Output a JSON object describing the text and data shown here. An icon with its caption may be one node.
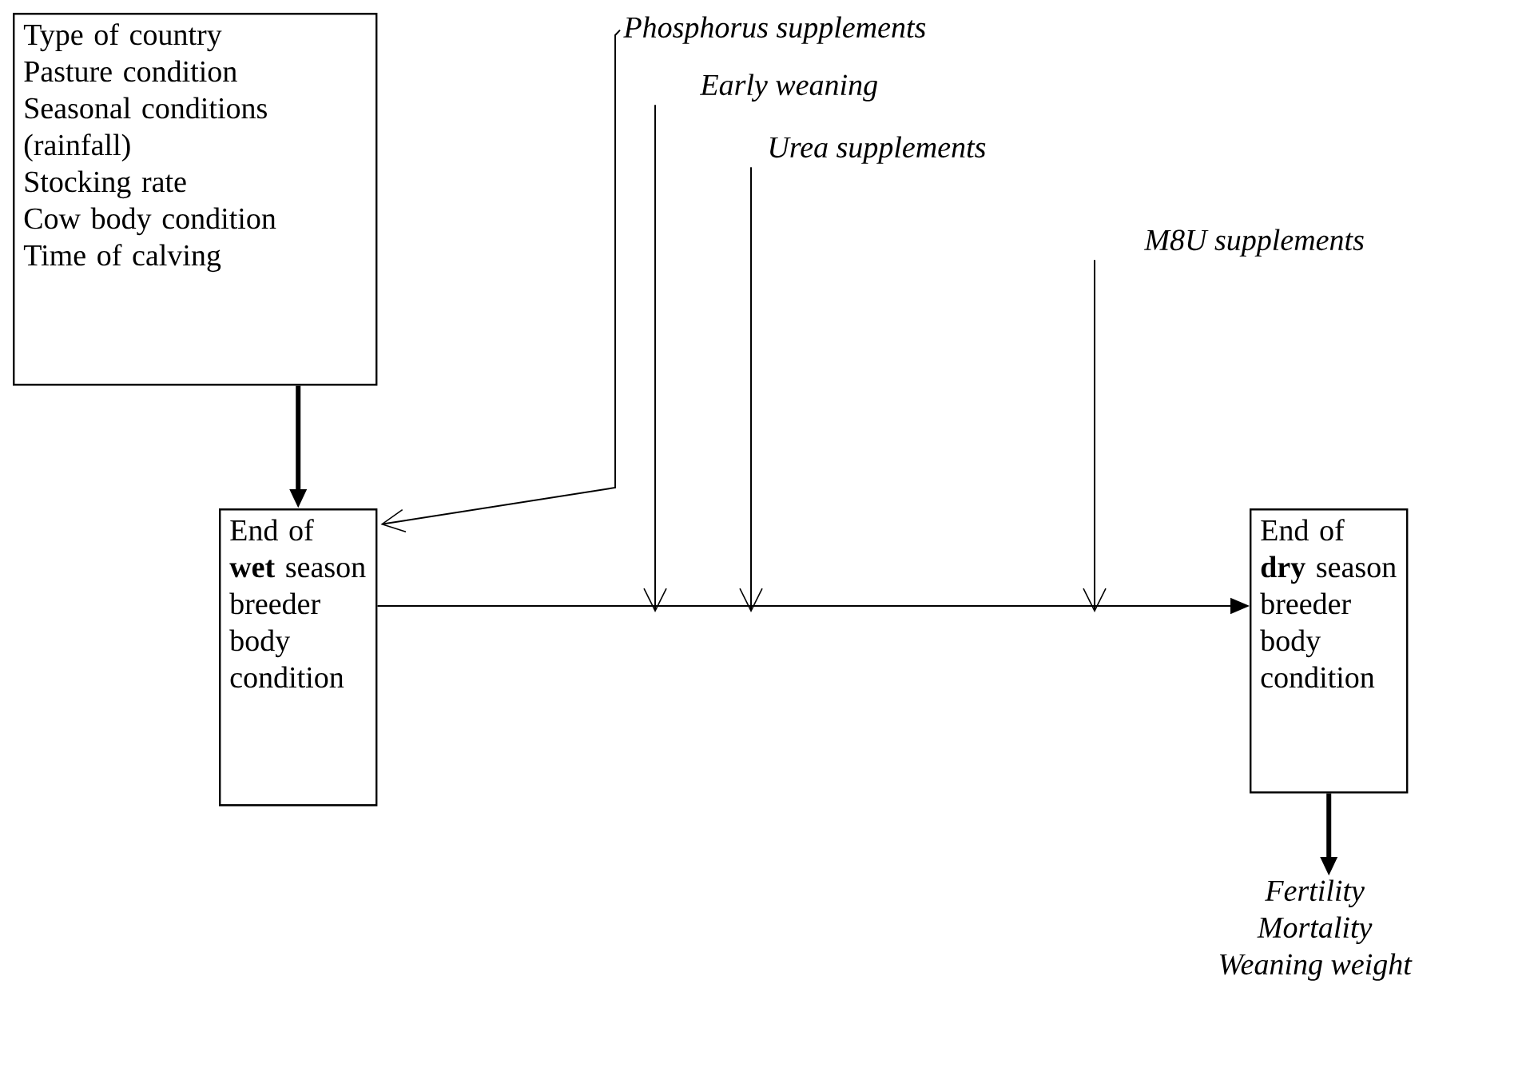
{
  "diagram": {
    "nodes": [
      {
        "text": [
          "Type of country",
          "Pasture condition",
          "Seasonal conditions (rainfall)",
          "Stocking rate",
          "Cow body condition",
          "Time of calving"
        ]
      },
      {
        "text": [
          "End of **wet** season breeder body condition"
        ]
      },
      {
        "text": [
          "End of **dry** season breeder body condition"
        ]
      },
      {
        "text": [
          "Phosphorus supplements"
        ]
      },
      {
        "text": [
          "Early weaning"
        ]
      },
      {
        "text": [
          "Urea supplements"
        ]
      },
      {
        "text": [
          "M8U supplements"
        ]
      },
      {
        "text": [
          "Fertility",
          "Mortality",
          "Weaning weight"
        ]
      }
    ],
    "edges": [
      {
        "from": 0,
        "to": 1,
        "arrow": "to",
        "style": "thick"
      },
      {
        "from": 3,
        "to": 1,
        "arrow": "to"
      },
      {
        "from": 4,
        "to": null,
        "arrow": "to"
      },
      {
        "from": 5,
        "to": null,
        "arrow": "to"
      },
      {
        "from": 6,
        "to": null,
        "arrow": "to"
      },
      {
        "from": 1,
        "to": 2,
        "arrow": "to"
      },
      {
        "from": 2,
        "to": 7,
        "arrow": "to",
        "style": "thick"
      }
    ]
  }
}
